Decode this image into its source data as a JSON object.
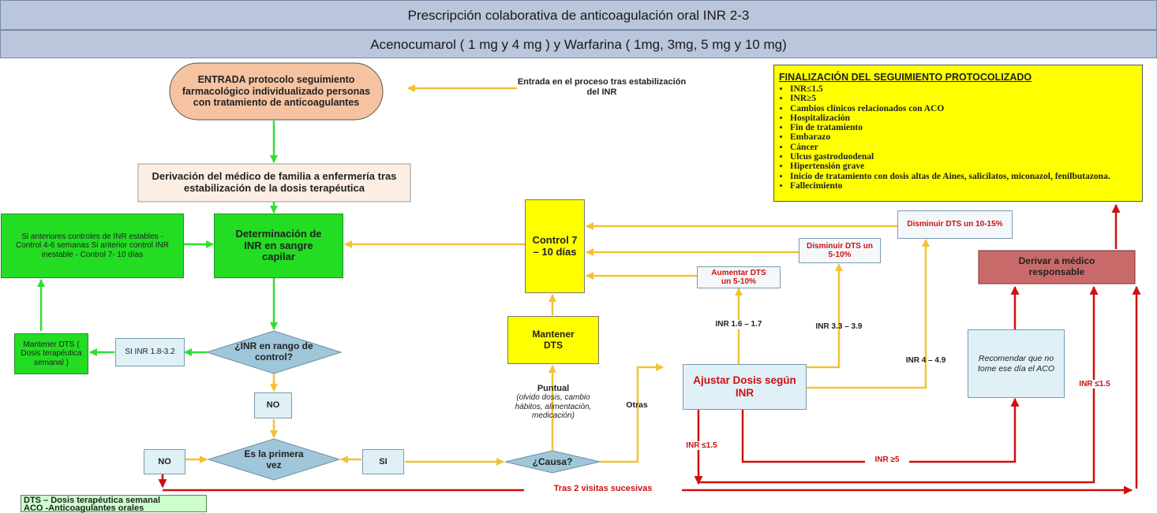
{
  "header": {
    "title": "Prescripción colaborativa de anticoagulación oral INR 2-3",
    "subtitle": "Acenocumarol ( 1 mg y 4 mg ) y Warfarina ( 1mg, 3mg, 5 mg y 10 mg)"
  },
  "nodes": {
    "entrada": "ENTRADA protocolo seguimiento farmacológico individualizado personas con tratamiento de anticoagulantes",
    "derivacion": "Derivación del médico de familia a enfermería tras estabilización de la dosis terapéutica",
    "controles_previos": "Si anteriores controles de INR estables - Control 4-6 semanas Si anterior control INR inestable - Control 7- 10 días",
    "determinacion": "Determinación de INR en sangre capilar",
    "mantener_left": "Mantener DTS ( Dosis terapéutica semanal )",
    "si_rango": "SI INR 1.8-3.2",
    "decision_rango": "¿INR en rango de control?",
    "no_1": "NO",
    "decision_primera": "Es la primera vez",
    "no_2": "NO",
    "si_2": "SI",
    "decision_causa": "¿Causa?",
    "control": "Control 7 – 10 días",
    "mantener_center": "Mantener DTS",
    "ajustar": "Ajustar Dosis según INR",
    "aumentar": "Aumentar DTS un 5-10%",
    "disminuir_1": "Disminuir DTS un 5-10%",
    "disminuir_2": "Disminuir DTS un 10-15%",
    "derivar": "Derivar a médico responsable",
    "recomendar": "Recomendar que no tome ese día el ACO"
  },
  "labels": {
    "entrada_proceso": "Entrada en el proceso tras estabilización del INR",
    "puntual_title": "Puntual",
    "puntual_detail": "(olvido dosis, cambio hábitos, alimentación, medicación)",
    "otras": "Otras",
    "inr_16_17": "INR 1.6 – 1.7",
    "inr_33_39": "INR 3.3 – 3.9",
    "inr_4_49": "INR 4 – 4.9",
    "inr_le15_a": "INR ≤1.5",
    "inr_ge5": "INR ≥5",
    "inr_le15_b": "INR ≤1.5",
    "tras_2_visitas": "Tras 2 visitas sucesivas"
  },
  "finalizacion": {
    "title": "FINALIZACIÓN DEL SEGUIMIENTO PROTOCOLIZADO",
    "items": [
      "INR≤1.5",
      "INR≥5",
      "Cambios clínicos relacionados con ACO",
      "Hospitalización",
      "Fin de tratamiento",
      "Embarazo",
      "Cáncer",
      "Ulcus gastroduodenal",
      "Hipertensión grave",
      "Inicio de tratamiento con dosis altas de Aines, salicilatos, miconazol, fenilbutazona.",
      "Fallecimiento"
    ]
  },
  "legend": {
    "line1": "DTS – Dosis terapéutica semanal",
    "line2": "ACO -Anticoagulantes orales"
  },
  "colors": {
    "green": "#22dd22",
    "yellow": "#ffff00",
    "orange_line": "#f2c234",
    "green_line": "#33dd33",
    "red_line": "#cc1111",
    "salmon": "#f6c3a2",
    "diamond": "#9fc6d9",
    "derivar": "#c96a6a"
  }
}
